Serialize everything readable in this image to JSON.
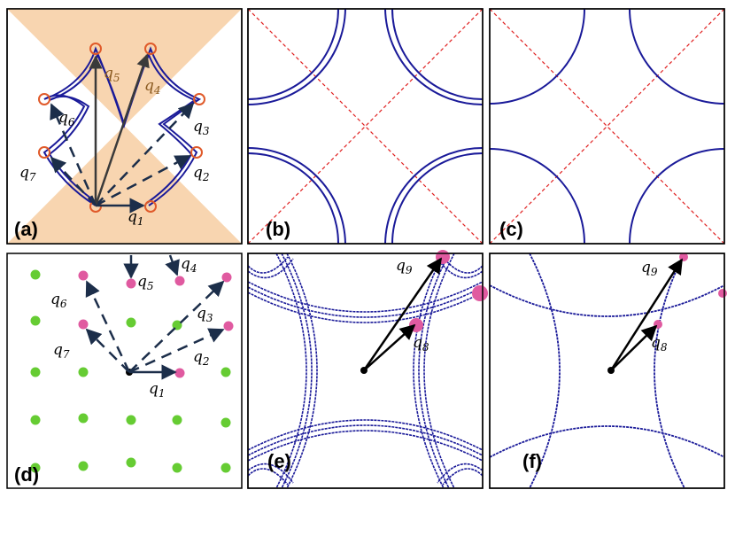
{
  "panels": [
    {
      "id": "a",
      "label": "(a)"
    },
    {
      "id": "b",
      "label": "(b)"
    },
    {
      "id": "c",
      "label": "(c)"
    },
    {
      "id": "d",
      "label": "(d)"
    },
    {
      "id": "e",
      "label": "(e)"
    },
    {
      "id": "f",
      "label": "(f)"
    }
  ],
  "vectors": {
    "a": [
      {
        "name": "q",
        "sub": "1"
      },
      {
        "name": "q",
        "sub": "2"
      },
      {
        "name": "q",
        "sub": "3"
      },
      {
        "name": "q",
        "sub": "4"
      },
      {
        "name": "q",
        "sub": "5"
      },
      {
        "name": "q",
        "sub": "6"
      },
      {
        "name": "q",
        "sub": "7"
      }
    ],
    "d": [
      {
        "name": "q",
        "sub": "1"
      },
      {
        "name": "q",
        "sub": "2"
      },
      {
        "name": "q",
        "sub": "3"
      },
      {
        "name": "q",
        "sub": "4"
      },
      {
        "name": "q",
        "sub": "5"
      },
      {
        "name": "q",
        "sub": "6"
      },
      {
        "name": "q",
        "sub": "7"
      }
    ],
    "e": [
      {
        "name": "q",
        "sub": "8"
      },
      {
        "name": "q",
        "sub": "9"
      }
    ],
    "f": [
      {
        "name": "q",
        "sub": "8"
      },
      {
        "name": "q",
        "sub": "9"
      }
    ]
  },
  "colors": {
    "curve": "#1a1a99",
    "diagonal": "#e02020",
    "wedge": "#f8d5b0",
    "point_pink": "#e05aa0",
    "point_green": "#66cc33",
    "point_ring": "#e05a2a",
    "arrow": "#1c2e4a",
    "arrow_gray": "#3a3a3a"
  }
}
